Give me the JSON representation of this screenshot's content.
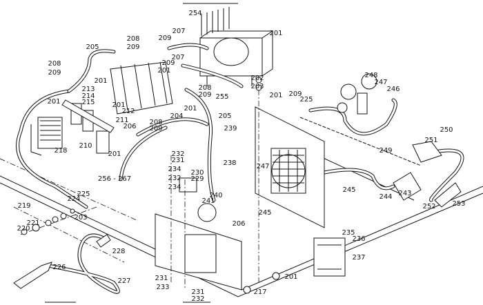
{
  "diagram": {
    "type": "exploded parts drawing",
    "part_labels": [
      "254",
      "201",
      "207",
      "209",
      "208",
      "209",
      "205",
      "207",
      "209",
      "201",
      "208",
      "209",
      "201",
      "208",
      "209",
      "255",
      "213",
      "214",
      "215",
      "201",
      "201",
      "212",
      "201",
      "211",
      "204",
      "205",
      "208",
      "209",
      "206",
      "239",
      "210",
      "218",
      "201",
      "202",
      "203",
      "201",
      "209",
      "225",
      "248",
      "247",
      "246",
      "250",
      "251",
      "249",
      "247",
      "238",
      "245",
      "245",
      "244",
      "243",
      "252",
      "253",
      "232",
      "231",
      "234",
      "232",
      "234",
      "230",
      "229",
      "240",
      "241",
      "206",
      "231",
      "233",
      "231",
      "232",
      "217",
      "201",
      "235",
      "236",
      "237",
      "256 - 267",
      "219",
      "225",
      "224",
      "203",
      "221",
      "220",
      "228",
      "226",
      "227"
    ]
  }
}
